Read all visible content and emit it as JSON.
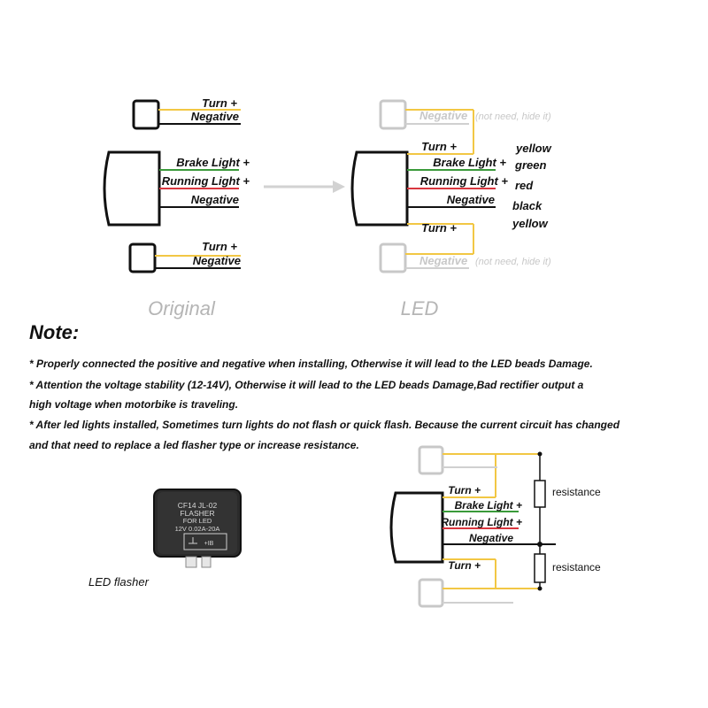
{
  "original": {
    "caption": "Original",
    "top": {
      "turn": "Turn +",
      "negative": "Negative"
    },
    "main": {
      "brake": "Brake Light +",
      "running": "Running Light +",
      "negative": "Negative"
    },
    "bottom": {
      "turn": "Turn +",
      "negative": "Negative"
    }
  },
  "led": {
    "caption": "LED",
    "top_negative": "Negative",
    "top_hint": "(not need, hide it)",
    "turn_top": "Turn +",
    "brake": "Brake Light +",
    "running": "Running Light +",
    "negative": "Negative",
    "turn_bottom": "Turn +",
    "bottom_negative": "Negative",
    "bottom_hint": "(not need, hide it)",
    "color_names": [
      "yellow",
      "green",
      "red",
      "black",
      "yellow"
    ]
  },
  "note": {
    "title": "Note:",
    "lines": [
      "* Properly connected the positive and negative when installing, Otherwise it will lead to the LED beads Damage.",
      "* Attention the voltage stability (12-14V), Otherwise it will lead to the LED beads Damage,Bad rectifier output a",
      "high voltage when motorbike is traveling.",
      "* After led lights installed, Sometimes turn lights do not flash or quick flash. Because the current circuit has changed",
      "and that need to replace a led flasher type or increase resistance."
    ]
  },
  "flasher": {
    "label": "LED flasher",
    "text_lines": [
      "CF14 JL-02",
      "FLASHER",
      "FOR LED",
      "12V 0.02A-20A"
    ],
    "terminal": "+IB"
  },
  "resistor_diagram": {
    "turn_top": "Turn +",
    "brake": "Brake Light +",
    "running": "Running Light +",
    "negative": "Negative",
    "turn_bottom": "Turn +",
    "resistance_top": "resistance",
    "resistance_bottom": "resistance"
  },
  "colors": {
    "yellow": "#f2c744",
    "green": "#3a9a3a",
    "red": "#d9363e",
    "black": "#111111",
    "faded": "#c8c8c8",
    "arrow": "#d2d2d2"
  }
}
